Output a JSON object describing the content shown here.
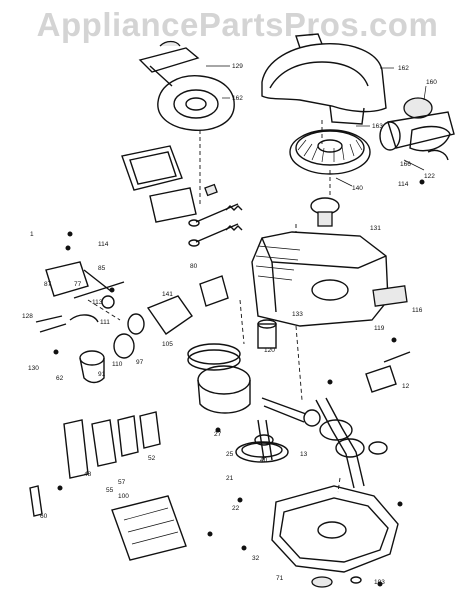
{
  "watermark": "AppliancePartsPros.com",
  "callouts": [
    {
      "id": "c129",
      "text": "129"
    },
    {
      "id": "c162a",
      "text": "162"
    },
    {
      "id": "c162b",
      "text": "162"
    },
    {
      "id": "c160",
      "text": "160"
    },
    {
      "id": "c163",
      "text": "163"
    },
    {
      "id": "c166",
      "text": "166"
    },
    {
      "id": "c122",
      "text": "122"
    },
    {
      "id": "c114",
      "text": "114"
    },
    {
      "id": "c140",
      "text": "140"
    },
    {
      "id": "c131",
      "text": "131"
    },
    {
      "id": "c133",
      "text": "133"
    },
    {
      "id": "c141",
      "text": "141"
    },
    {
      "id": "c114b",
      "text": "114"
    },
    {
      "id": "c120",
      "text": "120"
    },
    {
      "id": "c116",
      "text": "116"
    },
    {
      "id": "c119",
      "text": "119"
    },
    {
      "id": "c110",
      "text": "110"
    },
    {
      "id": "c128",
      "text": "128"
    },
    {
      "id": "c130",
      "text": "130"
    },
    {
      "id": "c113",
      "text": "113"
    },
    {
      "id": "c111",
      "text": "111"
    },
    {
      "id": "c1",
      "text": "1"
    },
    {
      "id": "c12",
      "text": "12"
    },
    {
      "id": "c13",
      "text": "13"
    },
    {
      "id": "c21",
      "text": "21"
    },
    {
      "id": "c22",
      "text": "22"
    },
    {
      "id": "c25",
      "text": "25"
    },
    {
      "id": "c27",
      "text": "27"
    },
    {
      "id": "c32",
      "text": "32"
    },
    {
      "id": "c40",
      "text": "40"
    },
    {
      "id": "c48",
      "text": "48"
    },
    {
      "id": "c52",
      "text": "52"
    },
    {
      "id": "c55",
      "text": "55"
    },
    {
      "id": "c57",
      "text": "57"
    },
    {
      "id": "c60",
      "text": "60"
    },
    {
      "id": "c62",
      "text": "62"
    },
    {
      "id": "c71",
      "text": "71"
    },
    {
      "id": "c77",
      "text": "77"
    },
    {
      "id": "c80",
      "text": "80"
    },
    {
      "id": "c85",
      "text": "85"
    },
    {
      "id": "c87",
      "text": "87"
    },
    {
      "id": "c91",
      "text": "91"
    },
    {
      "id": "c97",
      "text": "97"
    },
    {
      "id": "c100",
      "text": "100"
    },
    {
      "id": "c103",
      "text": "103"
    },
    {
      "id": "c105",
      "text": "105"
    }
  ]
}
